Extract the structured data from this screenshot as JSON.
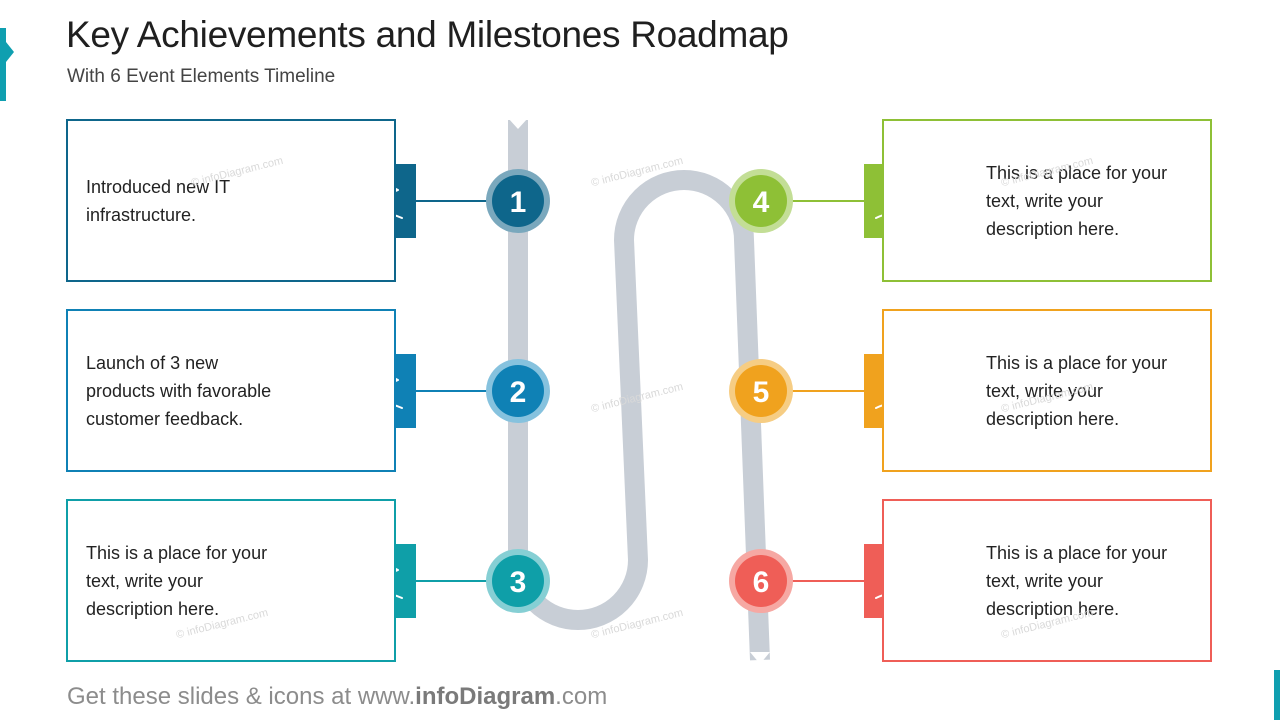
{
  "header": {
    "title": "Key Achievements and Milestones Roadmap",
    "subtitle": "With 6 Event Elements Timeline"
  },
  "footer": {
    "prefix": "Get these slides & icons at www.",
    "brand": "infoDiagram",
    "suffix": ".com"
  },
  "watermark": "© infoDiagram.com",
  "milestones": [
    {
      "number": "1",
      "text": "Introduced new IT\ninfrastructure.",
      "color": "#0e668b",
      "light": "#7aa8bd",
      "icon": "flag-icon"
    },
    {
      "number": "2",
      "text": "Launch of 3 new\nproducts with favorable\ncustomer feedback.",
      "color": "#0f81b5",
      "light": "#86c2de",
      "icon": "flag-icon"
    },
    {
      "number": "3",
      "text": "This is a place for your\ntext, write your\ndescription here.",
      "color": "#0f9fa8",
      "light": "#86cfd4",
      "icon": "flag-icon"
    },
    {
      "number": "4",
      "text": "This is a place for your\ntext, write your\ndescription here.",
      "color": "#8ec036",
      "light": "#c3de96",
      "icon": "flag-icon"
    },
    {
      "number": "5",
      "text": "This is a place for your\ntext, write your\ndescription here.",
      "color": "#f0a21e",
      "light": "#f6cd84",
      "icon": "flag-icon"
    },
    {
      "number": "6",
      "text": "This is a place for your\ntext, write your\ndescription here.",
      "color": "#ef5e57",
      "light": "#f6a8a3",
      "icon": "flag-icon"
    }
  ]
}
